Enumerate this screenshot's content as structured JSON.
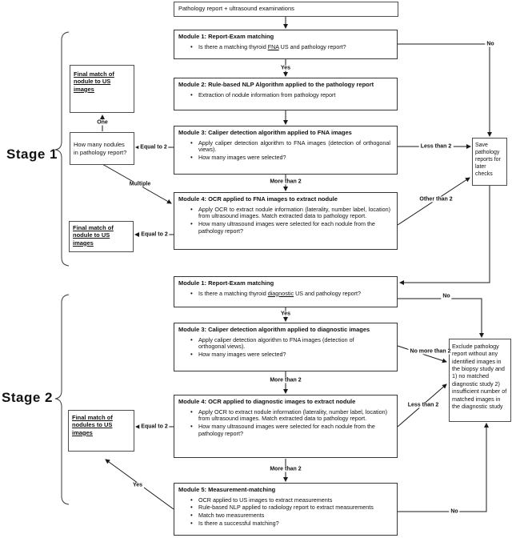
{
  "colors": {
    "line": "#1a1a1a",
    "border": "#4d4d4d",
    "text": "#111111",
    "background": "#ffffff"
  },
  "edge_labels": {
    "yes": "Yes",
    "no": "No",
    "one": "One",
    "multiple": "Multiple",
    "equal_to_2": "Equal to 2",
    "less_than_2": "Less than 2",
    "more_than_2": "More than 2",
    "other_than_2": "Other than 2",
    "no_more_than_2": "No more than 2"
  },
  "input_box": "Pathology report + ultrasound examinations",
  "stage1": {
    "label": "Stage 1",
    "module1": {
      "title": "Module 1: Report-Exam matching",
      "q_pre": "Is there a matching thyroid ",
      "q_word": "FNA",
      "q_post": " US and pathology report?"
    },
    "module2": {
      "title": "Module 2: Rule-based NLP Algorithm applied to the pathology report",
      "bullets": [
        "Extraction of nodule information from pathology report"
      ]
    },
    "module3": {
      "title": "Module 3: Caliper detection algorithm applied to FNA images",
      "bullets": [
        "Apply caliper detection algorithm to FNA images (detection of orthogonal views).",
        "How many images were selected?"
      ]
    },
    "module4": {
      "title": "Module 4: OCR applied to FNA images to extract nodule",
      "bullets": [
        "Apply OCR to extract nodule information (laterality, number label, location) from ultrasound images. Match extracted data to pathology report.",
        "How many ultrasound images were selected for each nodule from the pathology report?"
      ]
    },
    "final_match_top": "Final match of nodule to US images",
    "nodule_count_question": "How many nodules in pathology report?",
    "final_match_bottom": "Final match of nodule to US images",
    "save_box": "Save pathology reports for later checks"
  },
  "stage2": {
    "label": "Stage 2",
    "module1": {
      "title": "Module 1: Report-Exam matching",
      "q_pre": "Is there a matching thyroid ",
      "q_word": "diagnostic",
      "q_post": " US and pathology report?"
    },
    "module3": {
      "title": "Module 3: Caliper detection algorithm applied to diagnostic images",
      "bullets": [
        "Apply caliper detection algorithm to FNA images (detection of orthogonal views).",
        "How many images were selected?"
      ]
    },
    "module4": {
      "title": "Module 4: OCR applied to diagnostic images to extract nodule",
      "bullets": [
        "Apply OCR to extract nodule information (laterality, number label, location) from ultrasound images. Match extracted data to pathology report.",
        "How many ultrasound images were selected for each nodule from the pathology report?"
      ]
    },
    "module5": {
      "title": "Module 5: Measurement-matching",
      "bullets": [
        "OCR applied to US images to extract measurements",
        "Rule-based NLP applied to radiology report to extract measurements",
        "Match two measurements",
        "Is there a successful matching?"
      ]
    },
    "final_match": "Final match of nodules to US images",
    "exclude_box": "Exclude pathology report without any identified images in the biopsy study and 1) no matched diagnostic study 2) insufficient number of matched images in the diagnostic study"
  }
}
